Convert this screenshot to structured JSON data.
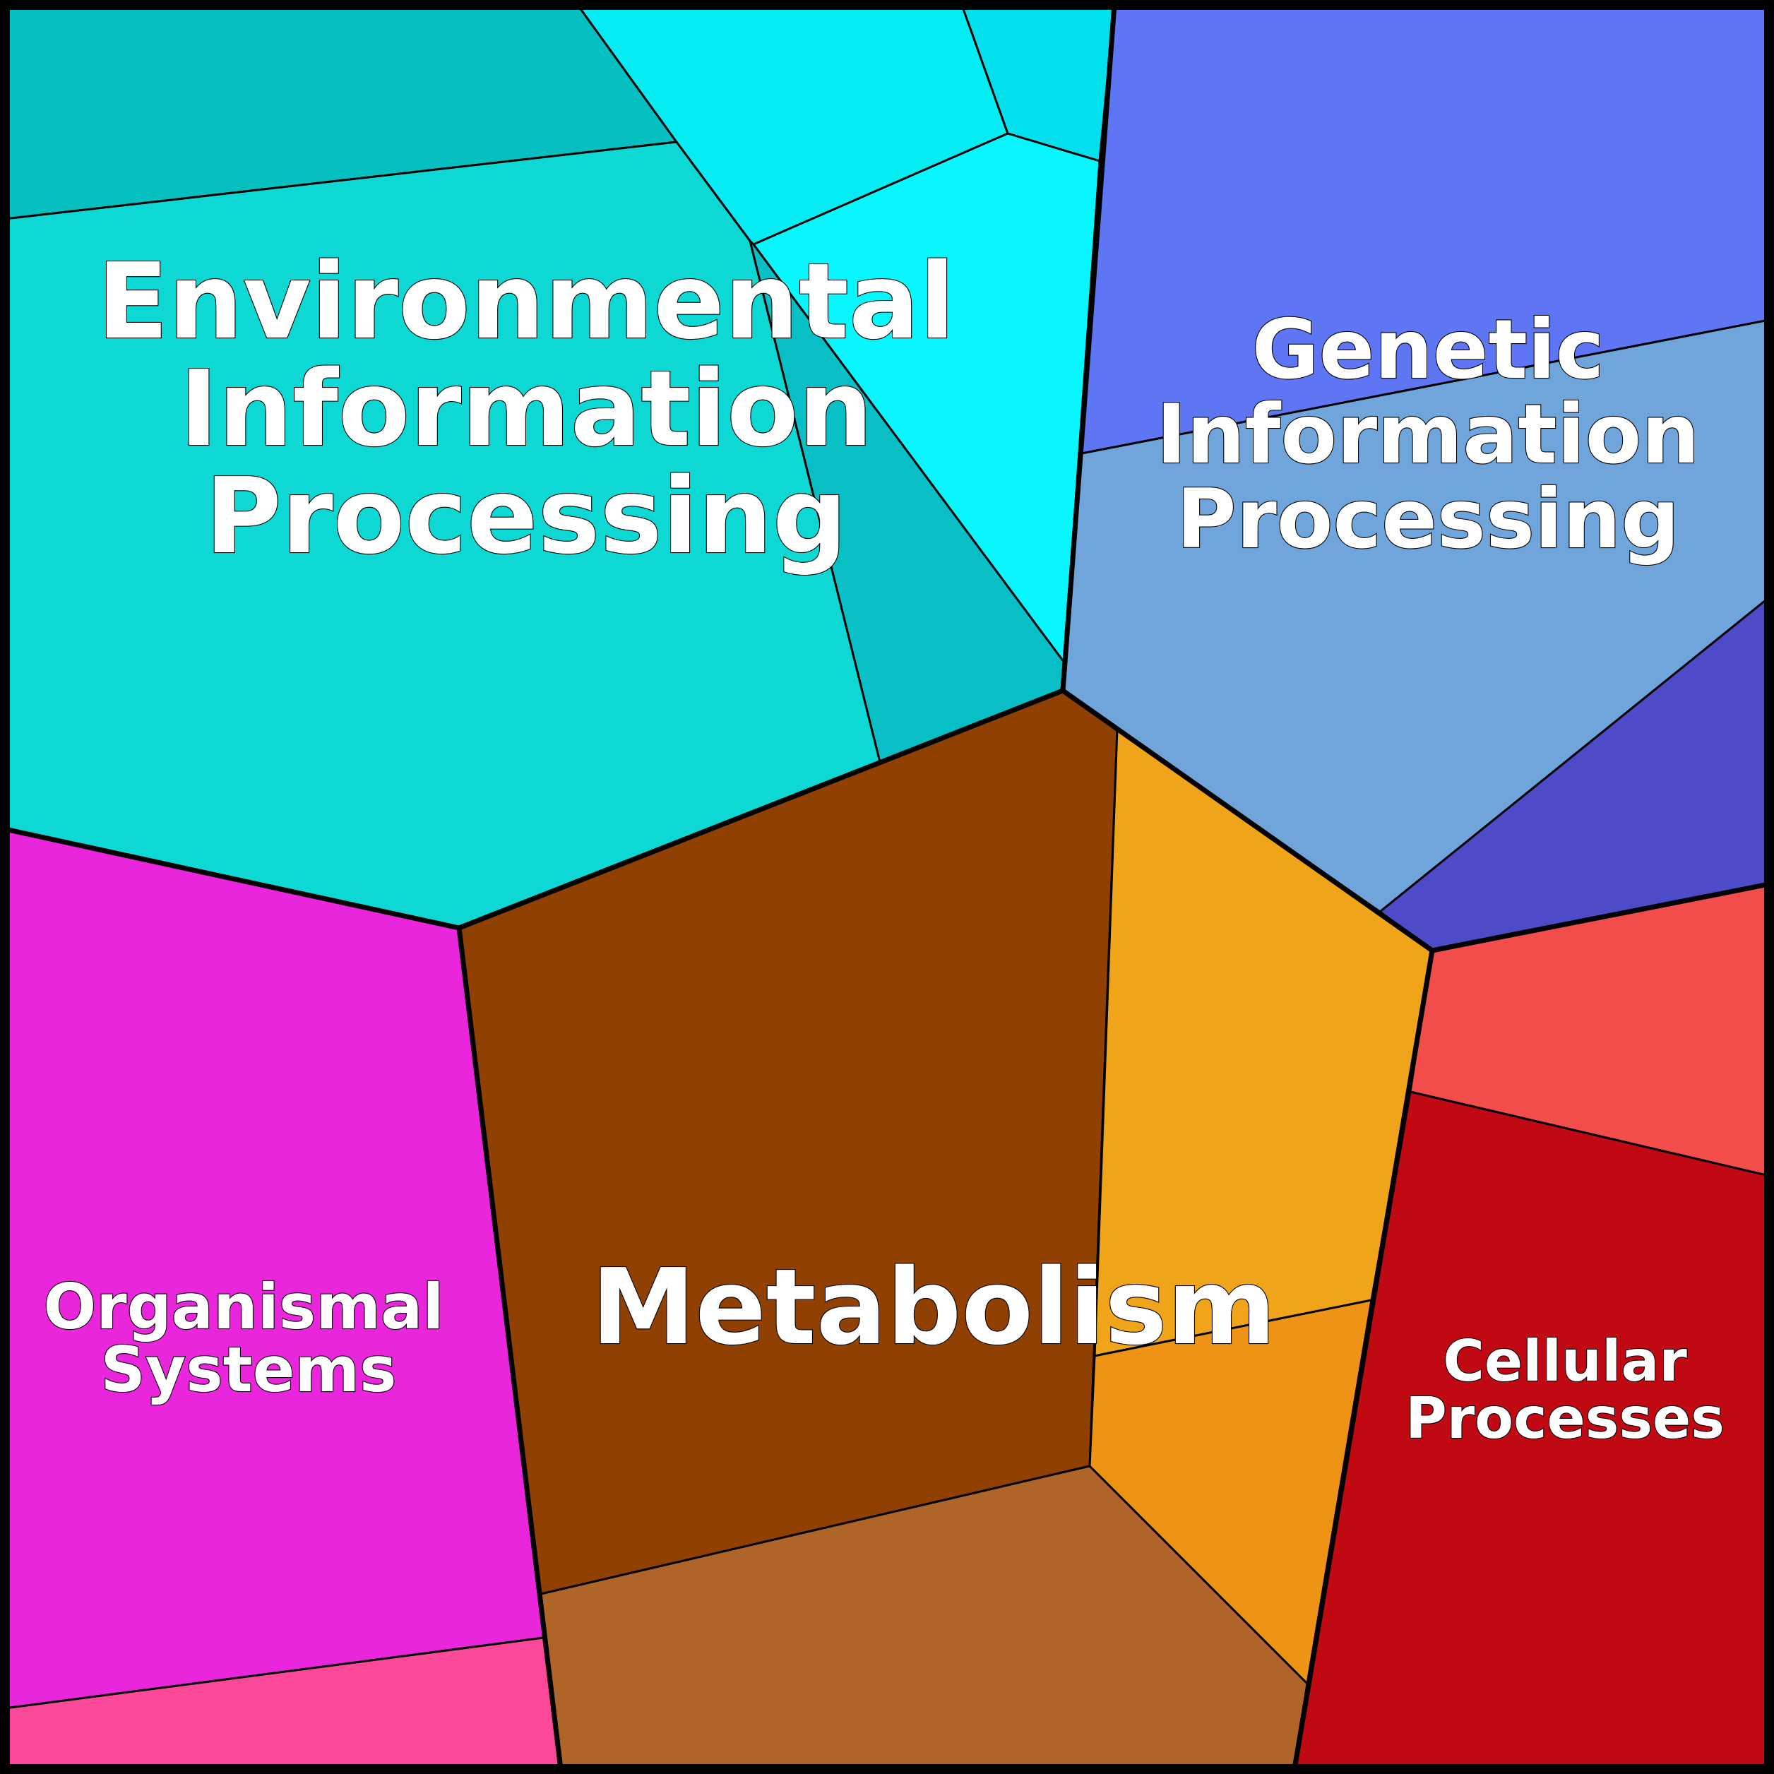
{
  "groups": [
    {
      "id": "environmental",
      "label_lines": [
        "Environmental",
        "Information",
        "Processing"
      ],
      "cells": [
        {
          "name": "env-cell-top-left",
          "color": "#05BFC1"
        },
        {
          "name": "env-cell-main",
          "color": "#0DD8D3"
        },
        {
          "name": "env-cell-mid",
          "color": "#08BFC6"
        },
        {
          "name": "env-cell-top-center",
          "color": "#05EDF2"
        },
        {
          "name": "env-cell-top-right",
          "color": "#02E0EE"
        },
        {
          "name": "env-cell-center",
          "color": "#08F7FE"
        }
      ]
    },
    {
      "id": "genetic",
      "label_lines": [
        "Genetic",
        "Information",
        "Processing"
      ],
      "cells": [
        {
          "name": "gen-cell-top",
          "color": "#5E76F3"
        },
        {
          "name": "gen-cell-main",
          "color": "#70A5DB"
        },
        {
          "name": "gen-cell-bottom",
          "color": "#4E4BC8"
        }
      ]
    },
    {
      "id": "metabolism",
      "label_lines": [
        "Metabolism"
      ],
      "cells": [
        {
          "name": "met-cell-main",
          "color": "#904102"
        },
        {
          "name": "met-cell-right-upper",
          "color": "#EFA41A"
        },
        {
          "name": "met-cell-right-lower",
          "color": "#EE9315"
        },
        {
          "name": "met-cell-bottom",
          "color": "#AF6428"
        }
      ]
    },
    {
      "id": "organismal",
      "label_lines": [
        "Organismal",
        "Systems"
      ],
      "cells": [
        {
          "name": "org-cell-main",
          "color": "#EA26DD"
        },
        {
          "name": "org-cell-bottom",
          "color": "#FC4899"
        }
      ]
    },
    {
      "id": "cellular",
      "label_lines": [
        "Cellular",
        "Processes"
      ],
      "cells": [
        {
          "name": "cel-cell-top",
          "color": "#F24D4A"
        },
        {
          "name": "cel-cell-main",
          "color": "#C10914"
        }
      ]
    }
  ]
}
